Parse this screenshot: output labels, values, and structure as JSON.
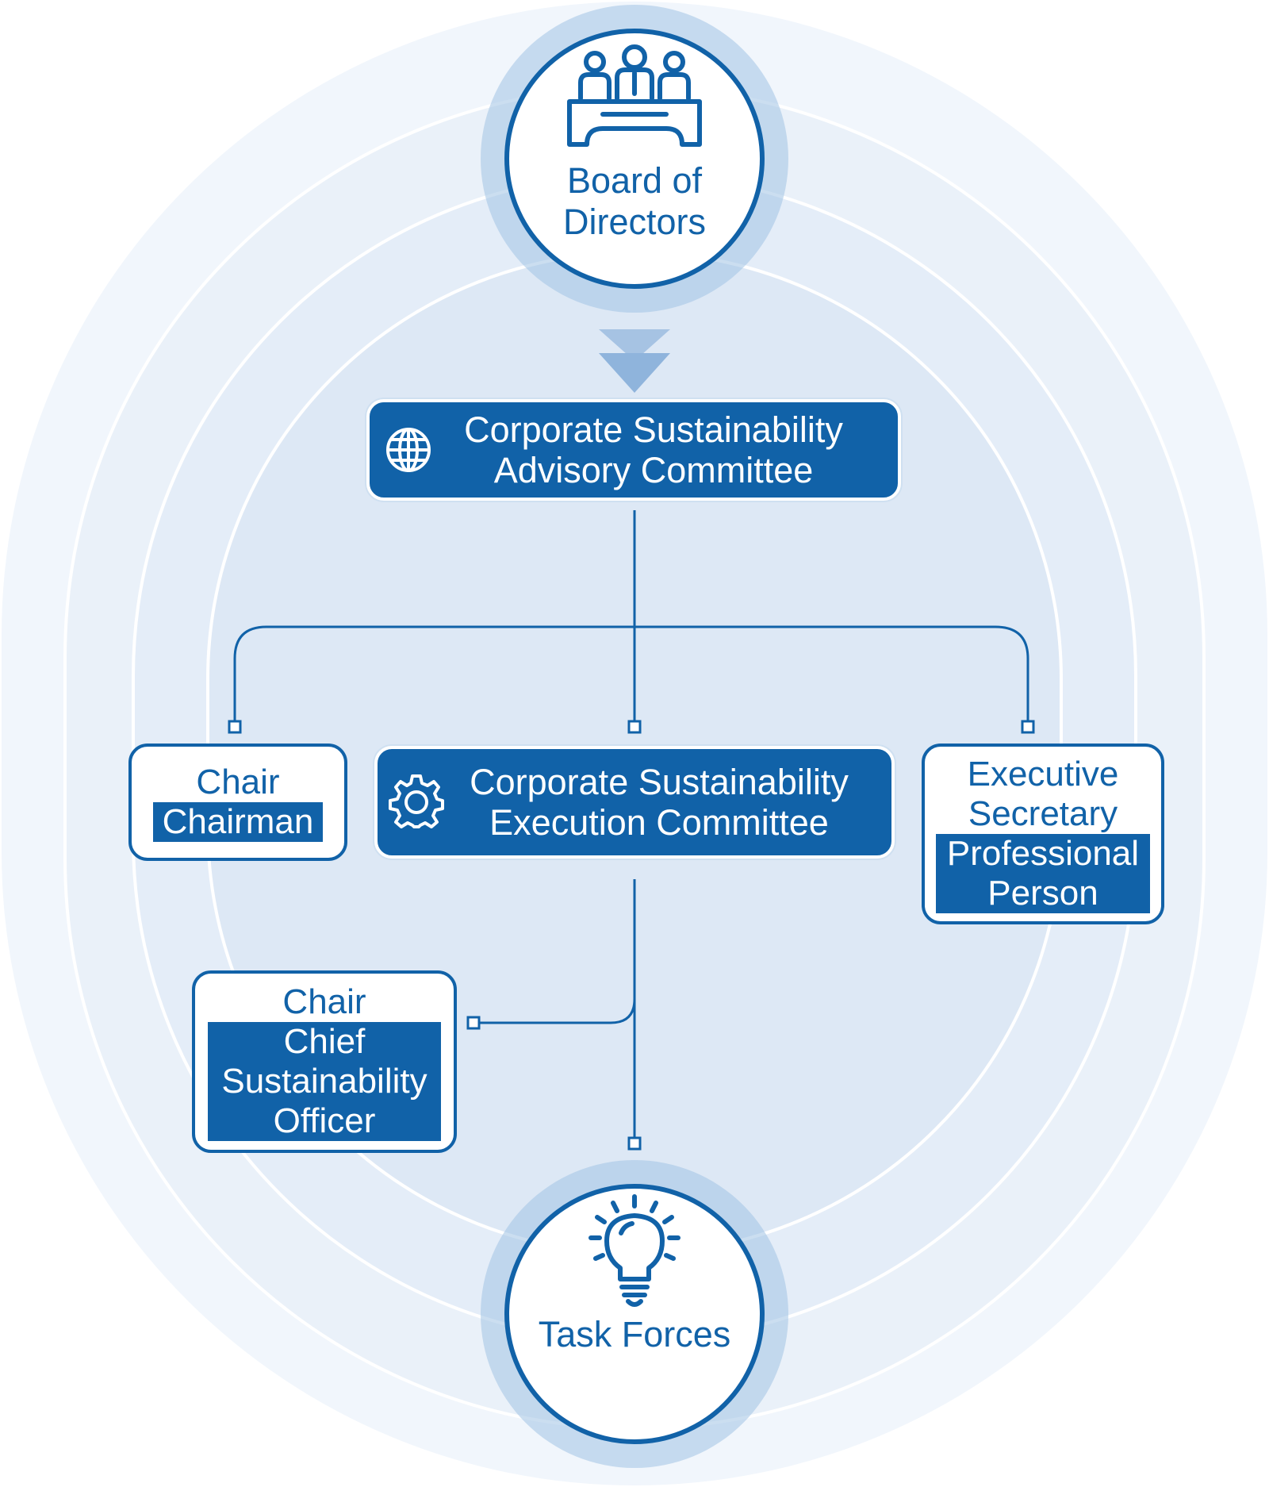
{
  "colors": {
    "primary": "#1162a8",
    "ring_light": "#eef4fb",
    "ring_mid": "#e3edf8",
    "ring_inner": "#dce8f5",
    "arrow": "#8fb4dc"
  },
  "nodes": {
    "board": {
      "label_line1": "Board of",
      "label_line2": "Directors",
      "icon": "boardroom-meeting-icon"
    },
    "advisory": {
      "label_line1": "Corporate Sustainability",
      "label_line2": "Advisory Committee",
      "icon": "globe-icon"
    },
    "advisory_chair": {
      "role": "Chair",
      "value": "Chairman"
    },
    "execution": {
      "label_line1": "Corporate Sustainability",
      "label_line2": "Execution Committee",
      "icon": "gear-icon"
    },
    "executive_secretary": {
      "role_line1": "Executive",
      "role_line2": "Secretary",
      "value_line1": "Professional",
      "value_line2": "Person"
    },
    "execution_chair": {
      "role": "Chair",
      "value_line1": "Chief",
      "value_line2": "Sustainability",
      "value_line3": "Officer"
    },
    "task_forces": {
      "label": "Task Forces",
      "icon": "lightbulb-icon"
    }
  }
}
